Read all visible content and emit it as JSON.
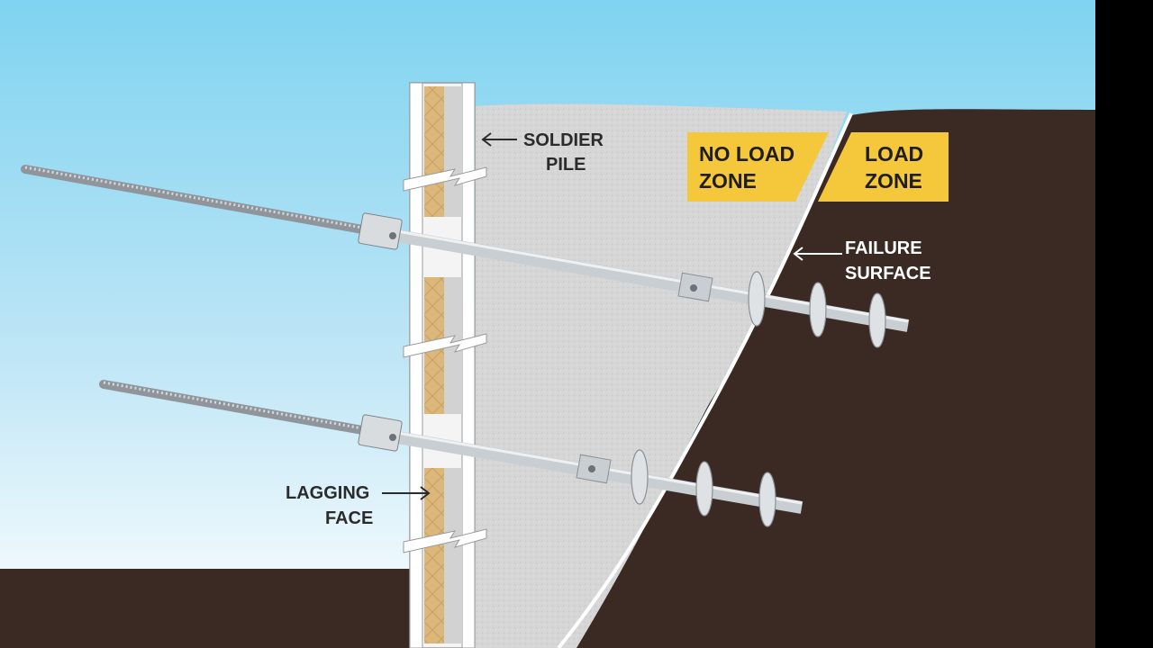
{
  "labels": {
    "soldier_pile": [
      "SOLDIER",
      "PILE"
    ],
    "lagging_face": [
      "LAGGING",
      "FACE"
    ],
    "failure_surface": [
      "FAILURE",
      "SURFACE"
    ],
    "no_load_zone": [
      "NO LOAD",
      "ZONE"
    ],
    "load_zone": [
      "LOAD",
      "ZONE"
    ]
  },
  "colors": {
    "sky_top": "#7fd3f0",
    "sky_bottom": "#ffffff",
    "soil": "#3b2a24",
    "no_load_fill": "#d7d7d7",
    "zone_badge": "#f5c73a",
    "lagging": "#dcb77a",
    "steel": "#c9ced3",
    "side_bar": "#000000"
  },
  "icons": [
    "left-arrow-icon",
    "right-arrow-icon",
    "break-mark-icon"
  ]
}
